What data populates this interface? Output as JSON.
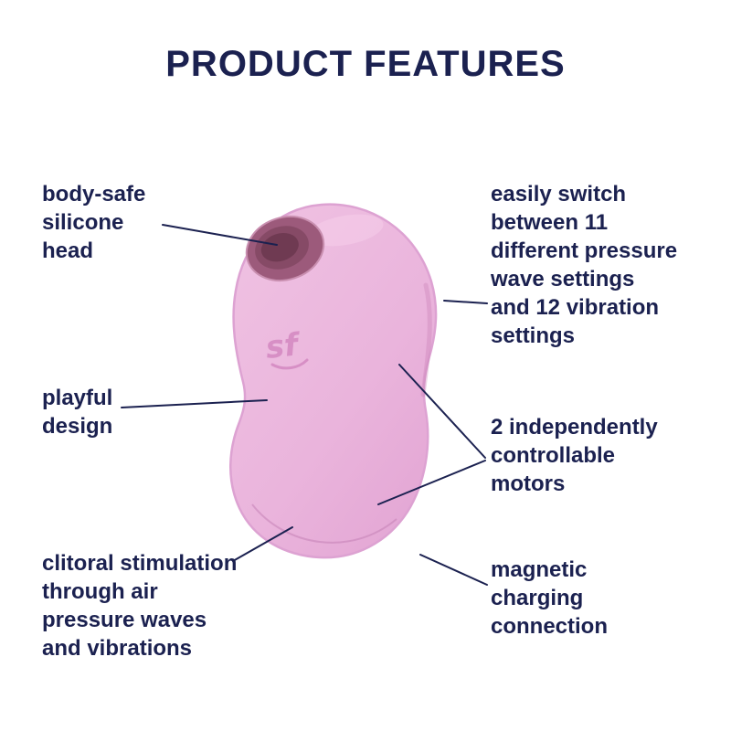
{
  "title": "PRODUCT FEATURES",
  "product": {
    "logo": "sf"
  },
  "features": {
    "silicone_head": "body-safe\nsilicone\nhead",
    "playful_design": "playful\ndesign",
    "clitoral_stimulation": "clitoral stimulation\nthrough air\npressure waves\nand vibrations",
    "pressure_settings": "easily switch\nbetween 11\ndifferent pressure\nwave settings\nand 12 vibration\nsettings",
    "motors": "2 independently\ncontrollable\nmotors",
    "magnetic_charging": "magnetic\ncharging\nconnection"
  },
  "colors": {
    "text_navy": "#1b2150",
    "body_pink": "#ecbade",
    "body_pink_shadow": "#e2a6d3",
    "outline_pink": "#dda2d2",
    "opening_outer": "#9c5a7b",
    "opening_mid": "#864a66",
    "opening_inner": "#6f3a52",
    "logo_pink": "#d78fc5",
    "background": "#ffffff"
  }
}
